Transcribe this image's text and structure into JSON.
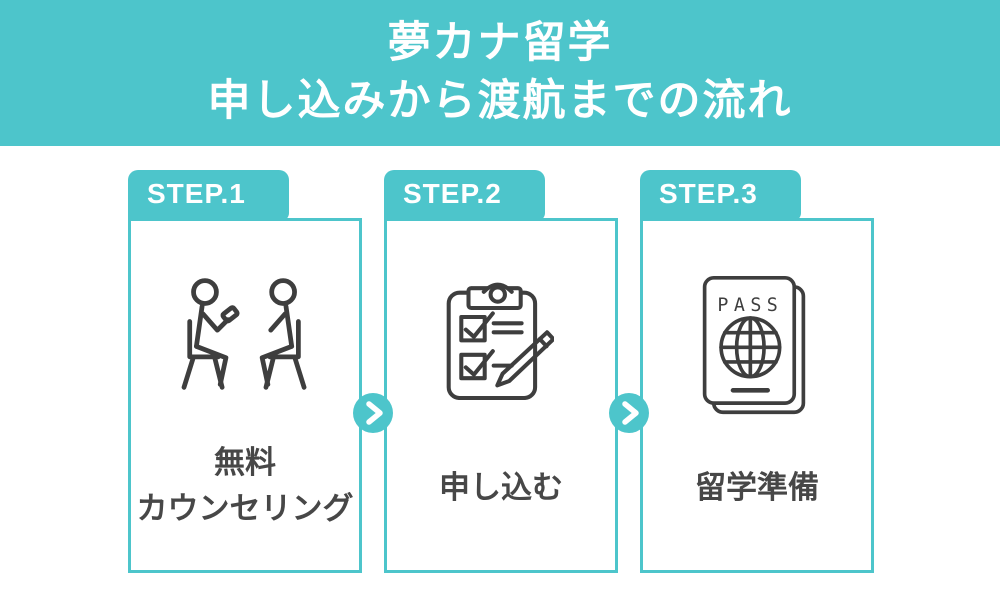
{
  "header": {
    "title_line1": "夢カナ留学",
    "title_line2": "申し込みから渡航までの流れ"
  },
  "steps": [
    {
      "tab_label": "STEP.1",
      "icon": "counseling-icon",
      "caption_line1": "無料",
      "caption_line2": "カウンセリング"
    },
    {
      "tab_label": "STEP.2",
      "icon": "application-clipboard-icon",
      "caption_line1": "申し込む"
    },
    {
      "tab_label": "STEP.3",
      "icon": "passport-icon",
      "caption_line1": "留学準備"
    }
  ],
  "passport": {
    "cover_text": "PASS"
  },
  "icons": {
    "between_steps": "chevron-right-icon"
  },
  "colors": {
    "accent": "#4DC5CB",
    "icon_stroke": "#3E3E3E",
    "caption_text": "#474747",
    "tab_text": "#FFFFFF",
    "header_text": "#FFFFFF",
    "background": "#FFFFFF"
  }
}
